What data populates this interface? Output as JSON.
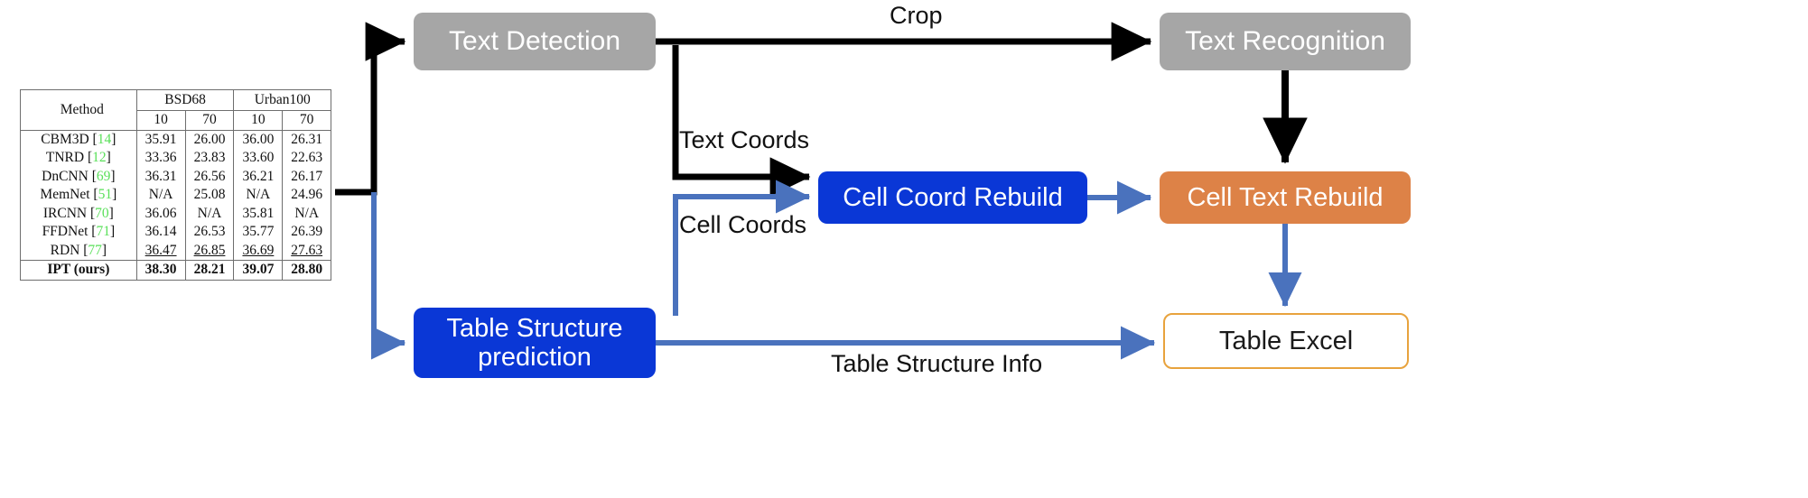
{
  "diagram": {
    "nodes": [
      {
        "id": "text-detection",
        "label": "Text Detection",
        "style": "gray"
      },
      {
        "id": "text-recognition",
        "label": "Text Recognition",
        "style": "gray"
      },
      {
        "id": "cell-coord-rebuild",
        "label": "Cell Coord Rebuild",
        "style": "blue"
      },
      {
        "id": "cell-text-rebuild",
        "label": "Cell Text Rebuild",
        "style": "orange"
      },
      {
        "id": "table-structure-prediction",
        "label": "Table Structure prediction",
        "style": "blue"
      },
      {
        "id": "table-excel",
        "label": "Table Excel",
        "style": "outline"
      }
    ],
    "edge_labels": {
      "crop": "Crop",
      "text_coords": "Text Coords",
      "cell_coords": "Cell Coords",
      "table_structure_info": "Table Structure Info"
    },
    "colors": {
      "gray_box": "#a6a6a6",
      "blue_box": "#0a37d6",
      "orange_box": "#dd8247",
      "excel_border": "#e8a33d",
      "black_arrow": "#000000",
      "blue_arrow": "#4a72bd",
      "citation_green": "#5ae05a"
    }
  },
  "reference_table": {
    "group_headers": [
      {
        "label": "Method",
        "rowspan": 2
      },
      {
        "label": "BSD68",
        "colspan": 2
      },
      {
        "label": "Urban100",
        "colspan": 2
      }
    ],
    "sub_headers": [
      "10",
      "70",
      "10",
      "70"
    ],
    "rows": [
      {
        "method": "CBM3D",
        "cite": "14",
        "values": [
          "35.91",
          "26.00",
          "36.00",
          "26.31"
        ],
        "style": "normal"
      },
      {
        "method": "TNRD",
        "cite": "12",
        "values": [
          "33.36",
          "23.83",
          "33.60",
          "22.63"
        ],
        "style": "normal"
      },
      {
        "method": "DnCNN",
        "cite": "69",
        "values": [
          "36.31",
          "26.56",
          "36.21",
          "26.17"
        ],
        "style": "normal"
      },
      {
        "method": "MemNet",
        "cite": "51",
        "values": [
          "N/A",
          "25.08",
          "N/A",
          "24.96"
        ],
        "style": "normal"
      },
      {
        "method": "IRCNN",
        "cite": "70",
        "values": [
          "36.06",
          "N/A",
          "35.81",
          "N/A"
        ],
        "style": "normal"
      },
      {
        "method": "FFDNet",
        "cite": "71",
        "values": [
          "36.14",
          "26.53",
          "35.77",
          "26.39"
        ],
        "style": "normal"
      },
      {
        "method": "RDN",
        "cite": "77",
        "values": [
          "36.47",
          "26.85",
          "36.69",
          "27.63"
        ],
        "style": "underline"
      },
      {
        "method": "IPT (ours)",
        "cite": "",
        "values": [
          "38.30",
          "28.21",
          "39.07",
          "28.80"
        ],
        "style": "bold"
      }
    ]
  }
}
